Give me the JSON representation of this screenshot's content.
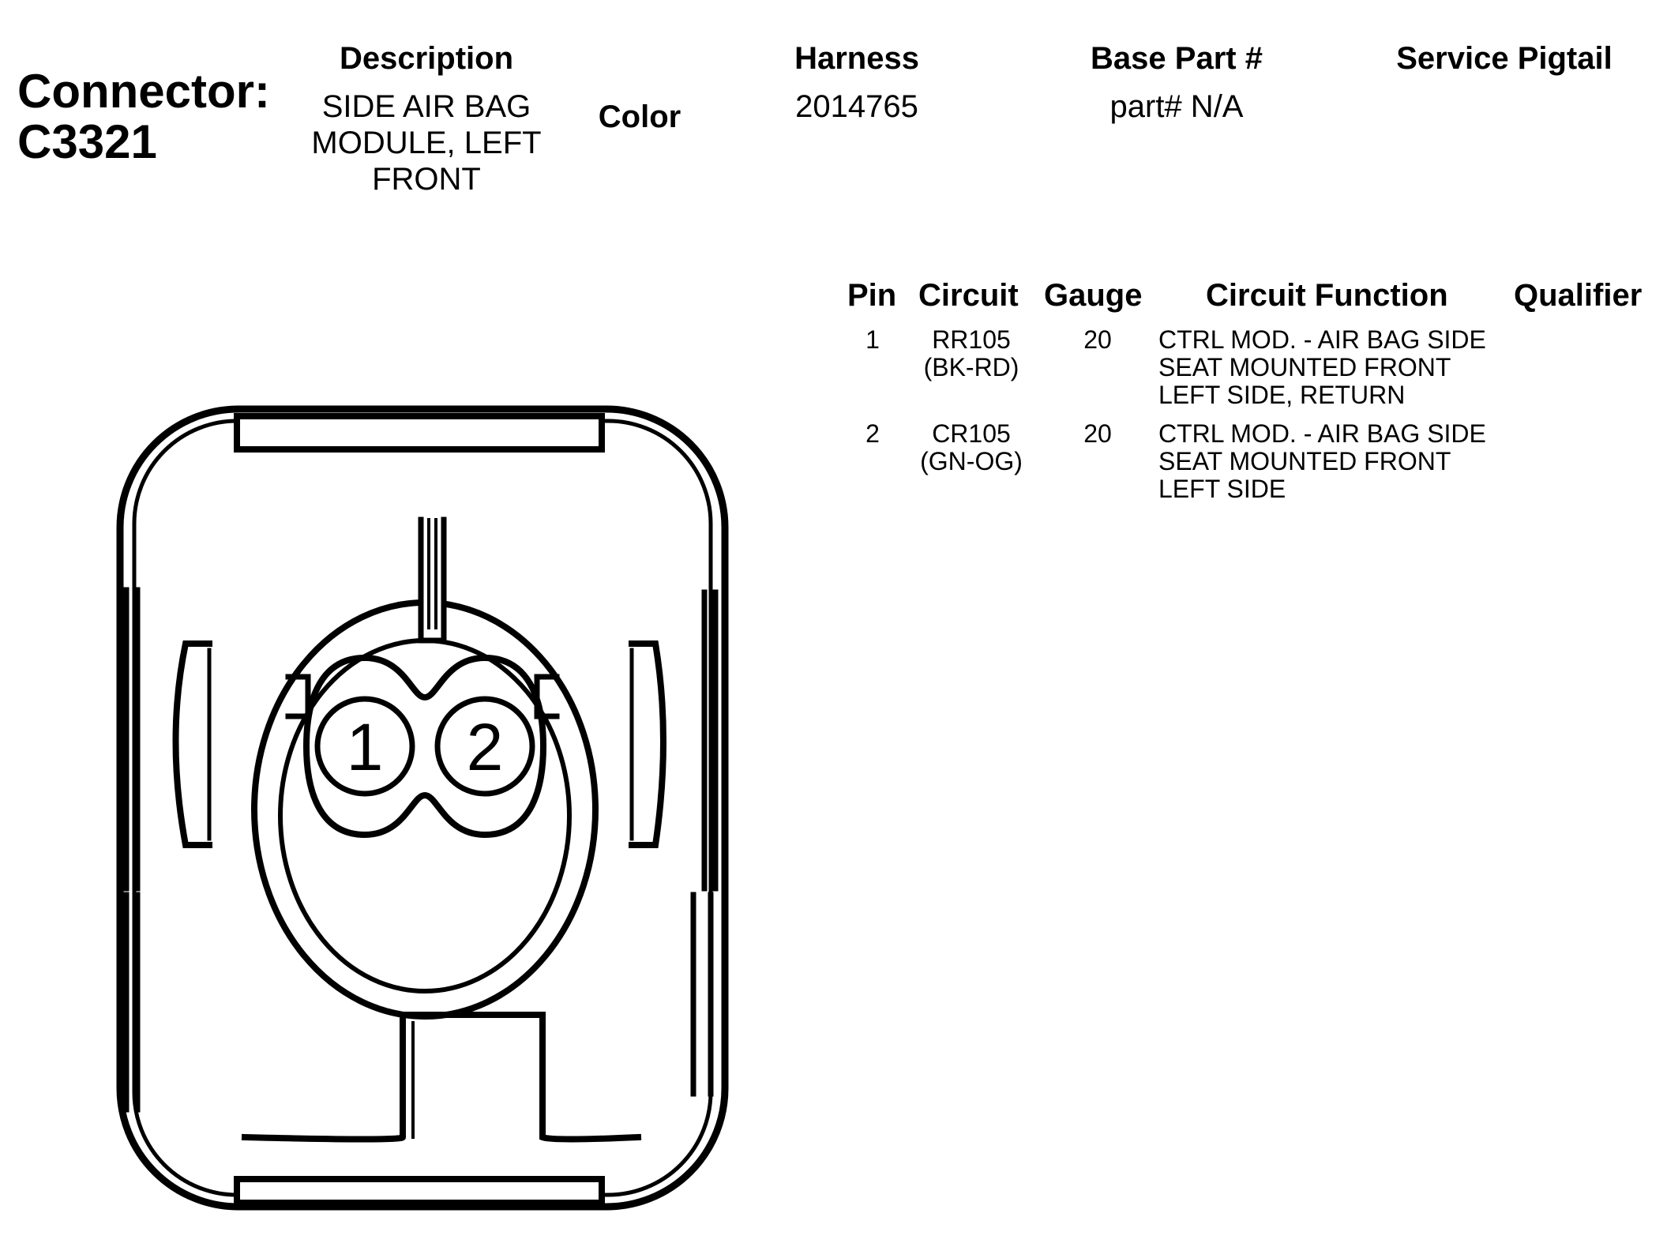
{
  "connector": {
    "label_line1": "Connector:",
    "label_line2": "C3321"
  },
  "header": {
    "description_label": "Description",
    "description_lines": [
      "SIDE AIR BAG",
      "MODULE, LEFT",
      "FRONT"
    ],
    "color_label": "Color",
    "harness_label": "Harness",
    "harness_value": "2014765",
    "base_part_label": "Base Part #",
    "base_part_value": "part# N/A",
    "service_pigtail_label": "Service Pigtail"
  },
  "pin_table": {
    "columns": [
      "Pin",
      "Circuit",
      "Gauge",
      "Circuit Function",
      "Qualifier"
    ],
    "rows": [
      {
        "pin": "1",
        "circuit_lines": [
          "RR105",
          "(BK-RD)"
        ],
        "gauge": "20",
        "function_lines": [
          "CTRL MOD. - AIR BAG SIDE",
          "SEAT MOUNTED FRONT",
          "LEFT SIDE, RETURN"
        ],
        "qualifier": ""
      },
      {
        "pin": "2",
        "circuit_lines": [
          "CR105",
          "(GN-OG)"
        ],
        "gauge": "20",
        "function_lines": [
          "CTRL MOD. - AIR BAG SIDE",
          "SEAT MOUNTED FRONT",
          "LEFT SIDE"
        ],
        "qualifier": ""
      }
    ]
  },
  "diagram": {
    "pin_labels": [
      "1",
      "2"
    ]
  }
}
